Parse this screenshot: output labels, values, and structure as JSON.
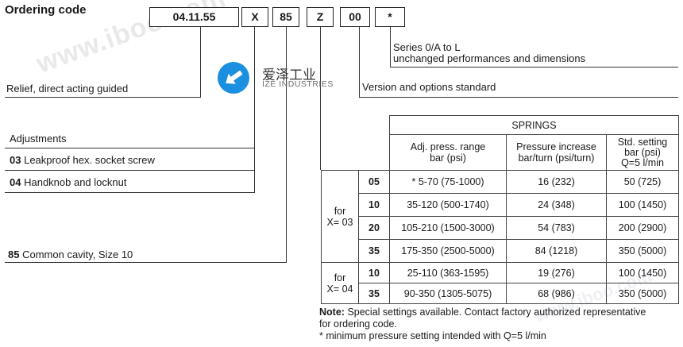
{
  "title": "Ordering code",
  "code": {
    "box1": "04.11.55",
    "box2": "X",
    "box3": "85",
    "box4": "Z",
    "box5": "00",
    "box6": "*"
  },
  "series": {
    "line1": "Series 0/A to L",
    "line2": "unchanged performances and dimensions"
  },
  "version_label": "Version and options standard",
  "relief_label": "Relief, direct acting guided",
  "adjustments": {
    "heading": "Adjustments",
    "opt1_code": "03",
    "opt1_text": "Leakproof hex. socket screw",
    "opt2_code": "04",
    "opt2_text": "Handknob and locknut"
  },
  "cavity": {
    "code": "85",
    "text": "Common cavity, Size 10"
  },
  "logo": {
    "name": "爱泽工业",
    "sub": "IZE INDUSTRIES"
  },
  "watermark": {
    "text1": "www.iboo.com",
    "text2": "www.iboo.com"
  },
  "table": {
    "springs_header": "SPRINGS",
    "col1_line1": "Adj. press. range",
    "col1_line2": "bar (psi)",
    "col2_line1": "Pressure increase",
    "col2_line2": "bar/turn (psi/turn)",
    "col3_line1": "Std. setting",
    "col3_line2": "bar (psi)",
    "col3_line3": "Q=5 l/min",
    "group1_line1": "for",
    "group1_line2": "X= 03",
    "group2_line1": "for",
    "group2_line2": "X= 04",
    "rows": [
      {
        "code": "05",
        "range": "* 5-70 (75-1000)",
        "increase": "16 (232)",
        "setting": "50 (725)"
      },
      {
        "code": "10",
        "range": "35-120 (500-1740)",
        "increase": "24 (348)",
        "setting": "100 (1450)"
      },
      {
        "code": "20",
        "range": "105-210 (1500-3000)",
        "increase": "54 (783)",
        "setting": "200 (2900)"
      },
      {
        "code": "35",
        "range": "175-350 (2500-5000)",
        "increase": "84 (1218)",
        "setting": "350 (5000)"
      },
      {
        "code": "10",
        "range": "25-110 (363-1595)",
        "increase": "19 (276)",
        "setting": "100 (1450)"
      },
      {
        "code": "35",
        "range": "90-350 (1305-5075)",
        "increase": "68 (986)",
        "setting": "350 (5000)"
      }
    ]
  },
  "note": {
    "label": "Note:",
    "text1": "Special settings available. Contact factory authorized representative",
    "text2": "for ordering code.",
    "text3": "* minimum pressure setting intended with Q=5 l/min"
  }
}
